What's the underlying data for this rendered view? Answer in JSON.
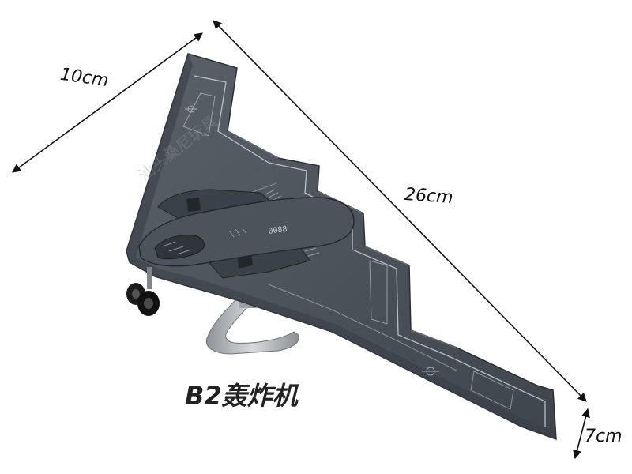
{
  "dimensions": {
    "width_label": "10cm",
    "length_label": "26cm",
    "height_label": "7cm"
  },
  "caption": "B2轰炸机",
  "watermark": "汕头桑尼玩具",
  "model": {
    "serial": "0088"
  },
  "colors": {
    "body": "#4a5158",
    "body_dark": "#2f353b",
    "panel_lines": "#c9d4dc",
    "stand": "#a9aeb3",
    "wheels": "#1a1a1a",
    "text": "#222222"
  }
}
